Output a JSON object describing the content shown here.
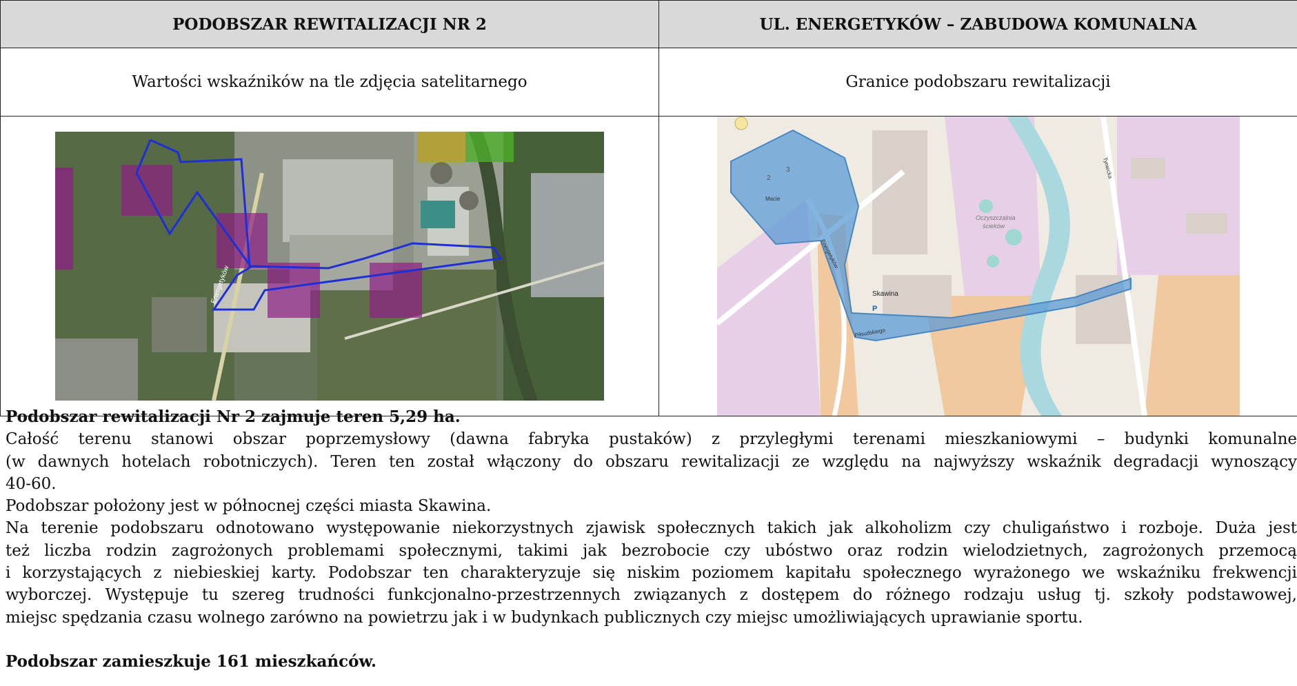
{
  "table": {
    "left_header": "PODOBSZAR REWITALIZACJI NR 2",
    "right_header": "UL. ENERGETYKÓW – ZABUDOWA KOMUNALNA",
    "left_caption": "Wartości wskaźników na tle zdjęcia satelitarnego",
    "right_caption": "Granice podobszaru rewitalizacji"
  },
  "satellite_image": {
    "street_label": "Energetyków",
    "colors": {
      "boundary": "#1f2fd6",
      "high_indicator": "#8e1f86",
      "medium_indicator": "#b8a21c",
      "low_indicator": "#4fae2a"
    }
  },
  "map_image": {
    "labels": {
      "area_name": "Skawina",
      "treatment_plant_1": "Oczyszczalnia",
      "treatment_plant_2": "ścieków",
      "street_1": "Energetyków",
      "street_2": "Piłsudskiego",
      "street_3": "Tyniecka",
      "poi": "Macie",
      "number_3": "3",
      "number_2": "2",
      "parking": "P"
    },
    "colors": {
      "boundary": "#5b9bd5",
      "industrial": "#e8cfe8",
      "farmland": "#f2c89e",
      "river": "#a9d9df"
    }
  },
  "description": {
    "area_heading": "Podobszar rewitalizacji Nr 2 zajmuje teren 5,29 ha.",
    "para1_line1": "Całość terenu stanowi obszar poprzemysłowy (dawna fabryka pustaków) z przyległymi terenami  mieszkaniowymi – budynki komunalne",
    "para1_line2": "(w dawnych hotelach robotniczych).  Teren ten został włączony do obszaru rewitalizacji ze względu na najwyższy wskaźnik degradacji wynoszący",
    "para1_line3": "40-60.",
    "para2": "Podobszar położony jest w północnej części miasta Skawina.",
    "para3_line1": "Na terenie podobszaru odnotowano występowanie niekorzystnych zjawisk społecznych takich jak alkoholizm czy chuligaństwo i rozboje. Duża jest",
    "para3_line2": "też liczba rodzin zagrożonych problemami społecznymi, takimi jak bezrobocie czy ubóstwo oraz rodzin wielodzietnych, zagrożonych przemocą",
    "para3_line3": "i korzystających z niebieskiej karty. Podobszar ten charakteryzuje się niskim poziomem kapitału społecznego wyrażonego we wskaźniku frekwencji",
    "para3_line4": "wyborczej. Występuje tu szereg trudności funkcjonalno-przestrzennych związanych z dostępem do różnego rodzaju usług tj. szkoły podstawowej,",
    "para3_line5": "miejsc spędzania czasu wolnego zarówno na powietrzu jak i w budynkach publicznych czy miejsc umożliwiających uprawianie sportu.",
    "population": "Podobszar zamieszkuje 161 mieszkańców."
  }
}
